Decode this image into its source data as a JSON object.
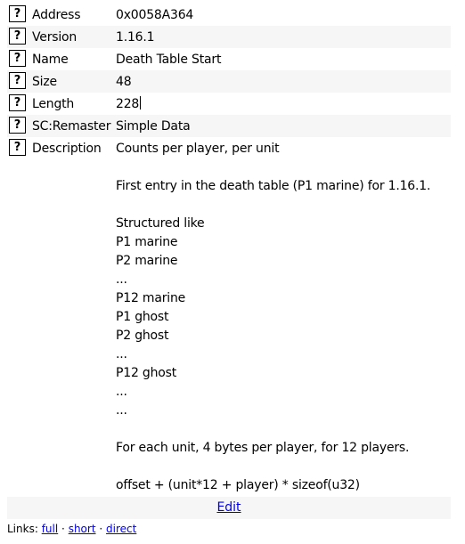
{
  "help_glyph": "?",
  "fields": [
    {
      "label": "Address",
      "value": "0x0058A364"
    },
    {
      "label": "Version",
      "value": "1.16.1"
    },
    {
      "label": "Name",
      "value": "Death Table Start"
    },
    {
      "label": "Size",
      "value": "48"
    },
    {
      "label": "Length",
      "value": "228"
    },
    {
      "label": "SC:Remaster",
      "value": "Simple Data"
    }
  ],
  "description": {
    "label": "Description",
    "lines": [
      "Counts per player, per unit",
      "",
      "First entry in the death table (P1 marine) for 1.16.1.",
      "",
      "Structured like",
      "P1 marine",
      "P2 marine",
      "...",
      "P12 marine",
      "P1 ghost",
      "P2 ghost",
      "...",
      "P12 ghost",
      "...",
      "...",
      "",
      "For each unit, 4 bytes per player, for 12 players.",
      "",
      "offset + (unit*12 + player) * sizeof(u32)"
    ]
  },
  "edit_link": "Edit",
  "links": {
    "prefix": "Links:",
    "separator": "·",
    "items": [
      "full",
      "short",
      "direct"
    ]
  }
}
